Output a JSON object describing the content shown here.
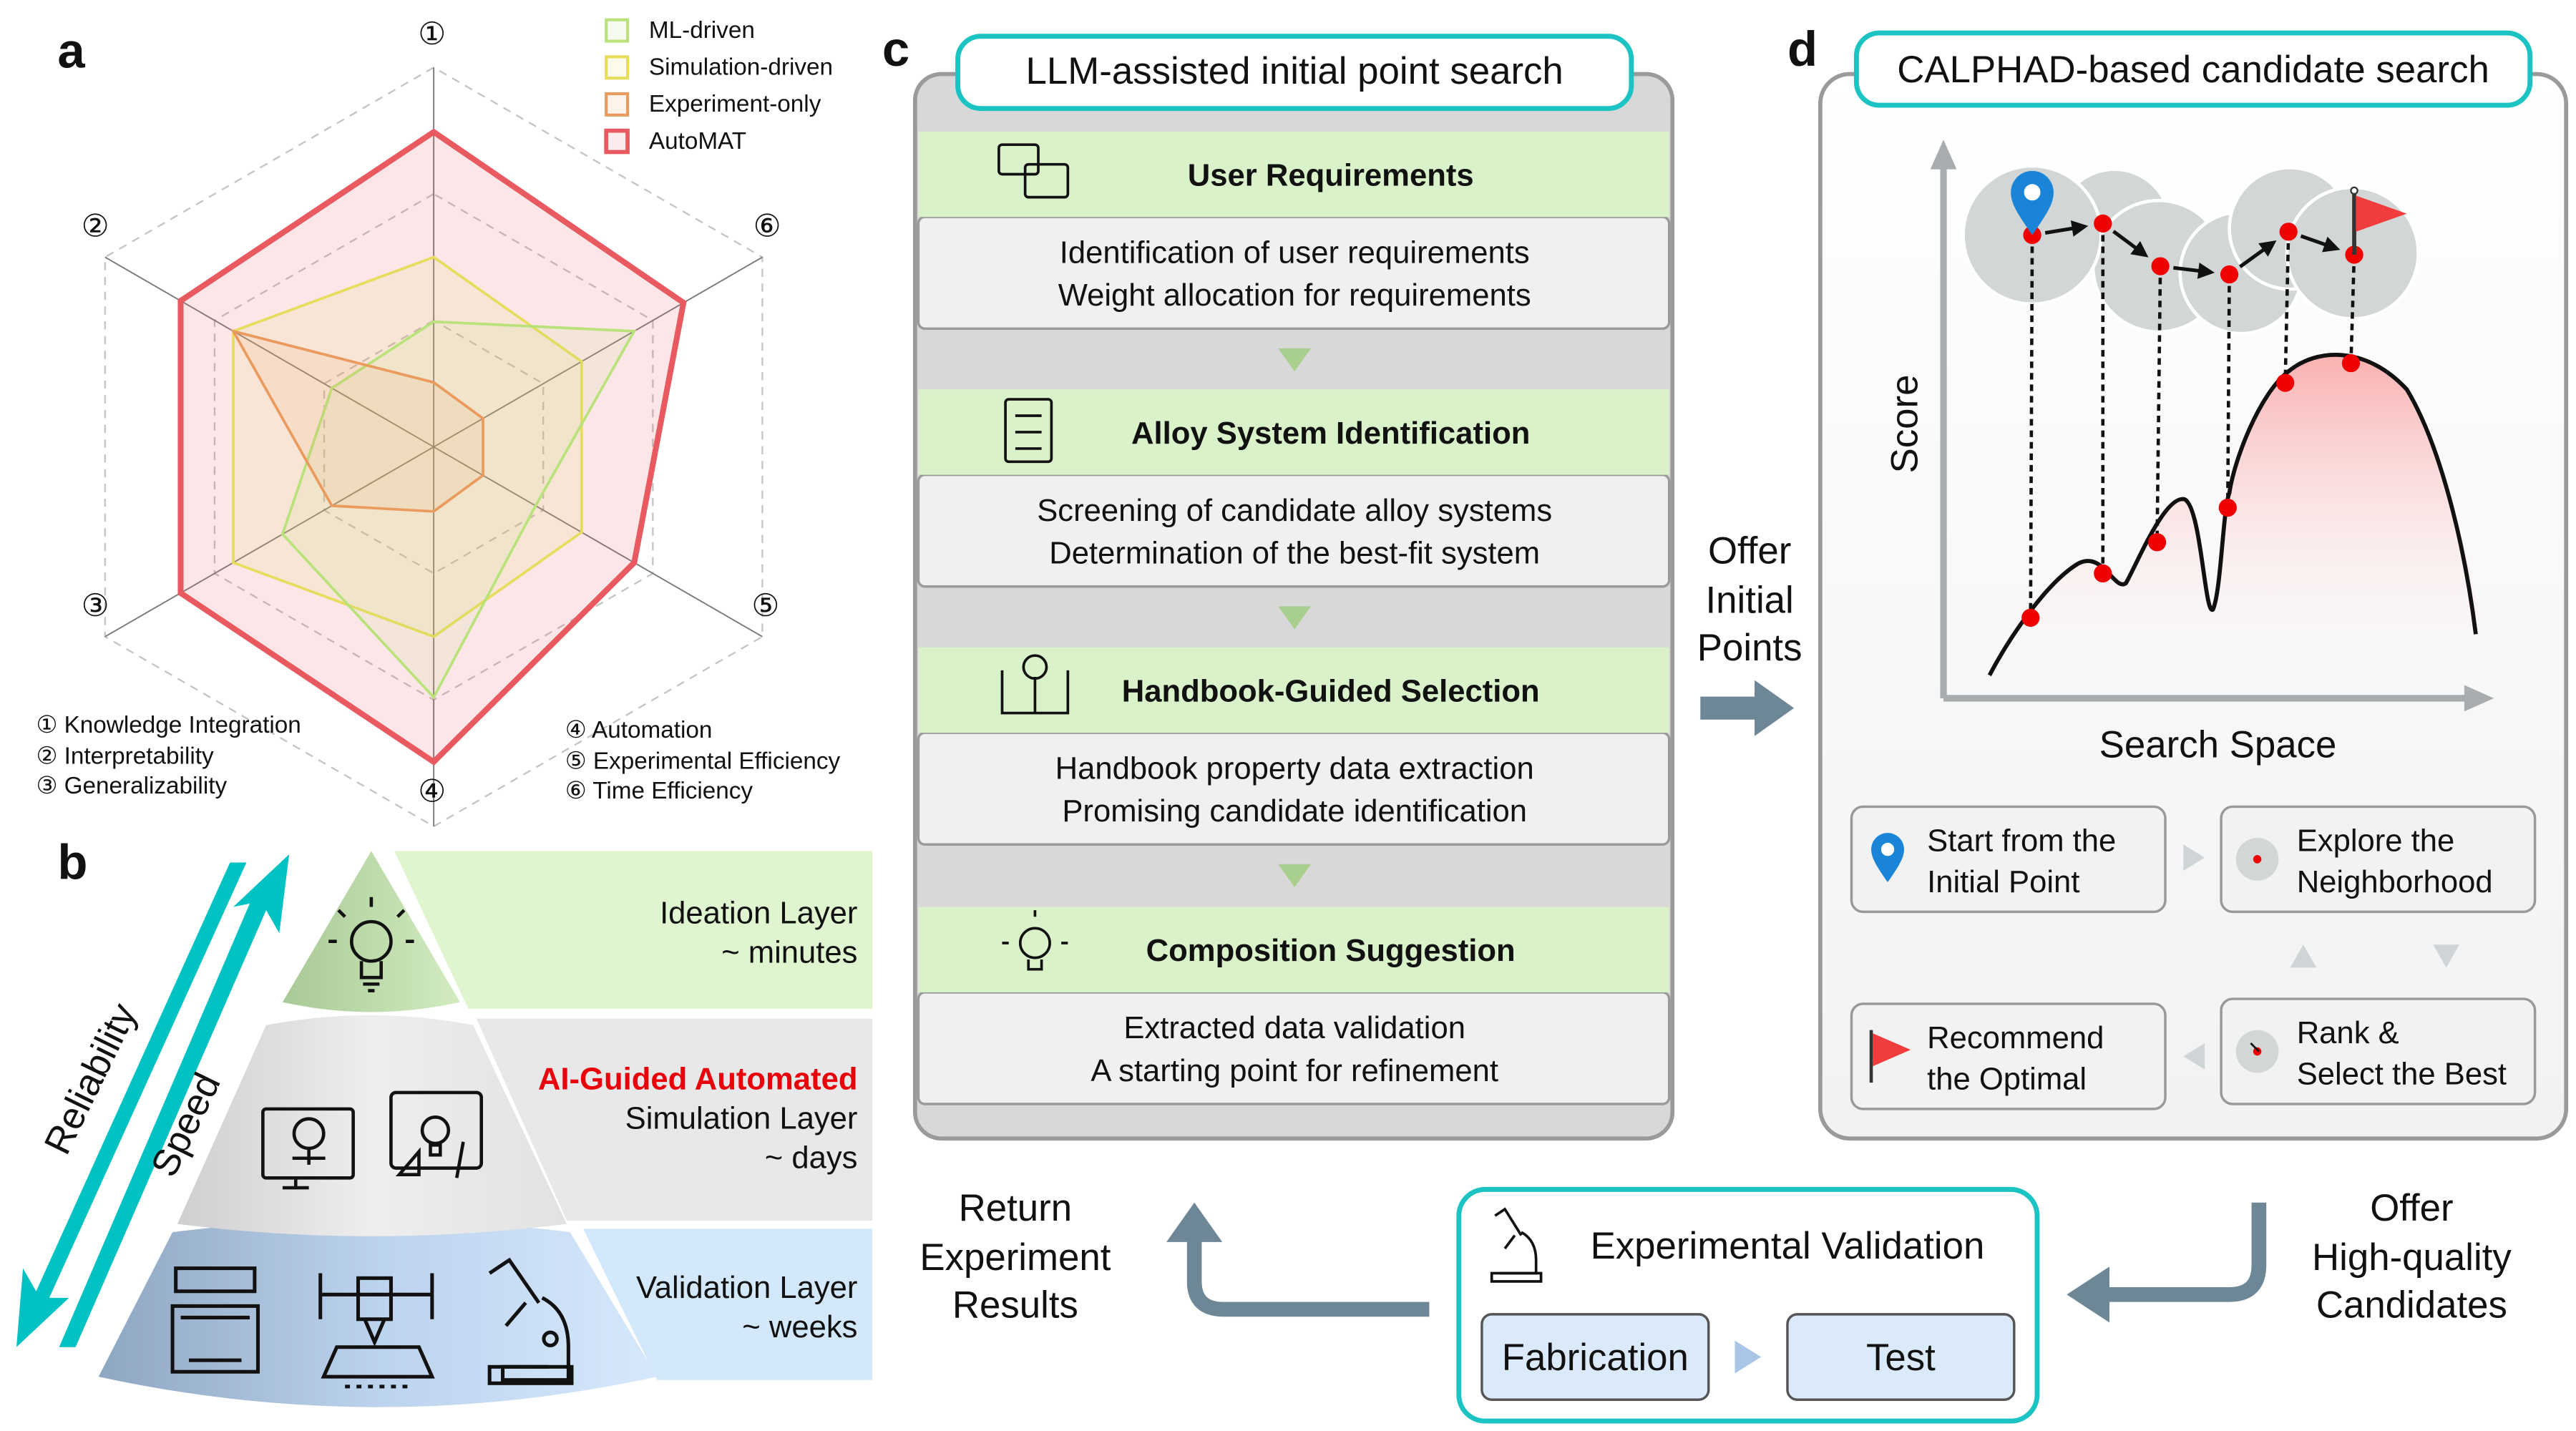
{
  "panels": {
    "a": {
      "label": "a",
      "axis_numbers": [
        "①",
        "②",
        "③",
        "④",
        "⑤",
        "⑥"
      ],
      "axis_legend": [
        "① Knowledge Integration",
        "② Interpretability",
        "③ Generalizability",
        "④ Automation",
        "⑤ Experimental Efficiency",
        "⑥ Time Efficiency"
      ]
    },
    "b": {
      "label": "b",
      "arrow_labels": {
        "down": "Reliability",
        "up": "Speed"
      },
      "layers": [
        {
          "lines": [
            "Ideation Layer",
            "~ minutes"
          ],
          "color": "#dff5d0"
        },
        {
          "highlight": "AI-Guided Automated",
          "lines": [
            "Simulation Layer",
            "~ days"
          ],
          "color": "#e8e8e8"
        },
        {
          "lines": [
            "Validation Layer",
            "~ weeks"
          ],
          "color": "#d4e8fb"
        }
      ],
      "highlight_color": "#e8000b",
      "arrow_color": "#00c2c2"
    },
    "c": {
      "label": "c",
      "title": "LLM-assisted initial point search",
      "steps": [
        {
          "icon": "chat-icon",
          "title": "User Requirements",
          "lines": [
            "Identification of user requirements",
            "Weight allocation for requirements"
          ]
        },
        {
          "icon": "clipboard-icon",
          "title": "Alloy System Identification",
          "lines": [
            "Screening of candidate alloy systems",
            "Determination of the best-fit system"
          ]
        },
        {
          "icon": "handbook-icon",
          "title": "Handbook-Guided Selection",
          "lines": [
            "Handbook property data extraction",
            "Promising candidate identification"
          ]
        },
        {
          "icon": "lightbulb-icon",
          "title": "Composition Suggestion",
          "lines": [
            "Extracted data validation",
            "A starting point for refinement"
          ]
        }
      ]
    },
    "offer_initial": [
      "Offer",
      "Initial",
      "Points"
    ],
    "d": {
      "label": "d",
      "title": "CALPHAD-based candidate search",
      "ylabel": "Score",
      "xlabel": "Search Space",
      "steps": [
        {
          "icon": "location-pin-icon",
          "lines": [
            "Start from the",
            "Initial Point"
          ]
        },
        {
          "icon": "neighborhood-icon",
          "lines": [
            "Explore the",
            "Neighborhood"
          ]
        },
        {
          "icon": "flag-icon",
          "lines": [
            "Recommend",
            "the Optimal"
          ]
        },
        {
          "icon": "rank-icon",
          "lines": [
            "Rank &",
            "Select the Best"
          ]
        }
      ]
    },
    "validation": {
      "title": "Experimental Validation",
      "fabrication": "Fabrication",
      "test": "Test"
    },
    "return_results": [
      "Return",
      "Experiment",
      "Results"
    ],
    "offer_candidates": [
      "Offer",
      "High-quality",
      "Candidates"
    ]
  },
  "colors": {
    "teal": "#1cc3c3",
    "green_header": "#d9f2c9",
    "step_gray": "#f0f0f0",
    "arrow_gray": "#6e8796",
    "red_dot": "#f00000"
  },
  "chart_data": {
    "type": "radar",
    "axes": [
      "Knowledge Integration",
      "Interpretability",
      "Generalizability",
      "Automation",
      "Experimental Efficiency",
      "Time Efficiency"
    ],
    "range": [
      0,
      1
    ],
    "grid_levels": 3,
    "legend_placement": "top-right",
    "series": [
      {
        "name": "ML-driven",
        "color": "#b9e27a",
        "values": [
          0.33,
          0.31,
          0.46,
          0.66,
          0.31,
          0.61
        ]
      },
      {
        "name": "Simulation-driven",
        "color": "#e8dc5c",
        "values": [
          0.5,
          0.61,
          0.61,
          0.5,
          0.45,
          0.45
        ]
      },
      {
        "name": "Experiment-only",
        "color": "#eb9a5e",
        "values": [
          0.17,
          0.61,
          0.31,
          0.17,
          0.15,
          0.15
        ]
      },
      {
        "name": "AutoMAT",
        "color": "#e85a60",
        "values": [
          0.83,
          0.77,
          0.77,
          0.83,
          0.61,
          0.76
        ]
      }
    ]
  }
}
